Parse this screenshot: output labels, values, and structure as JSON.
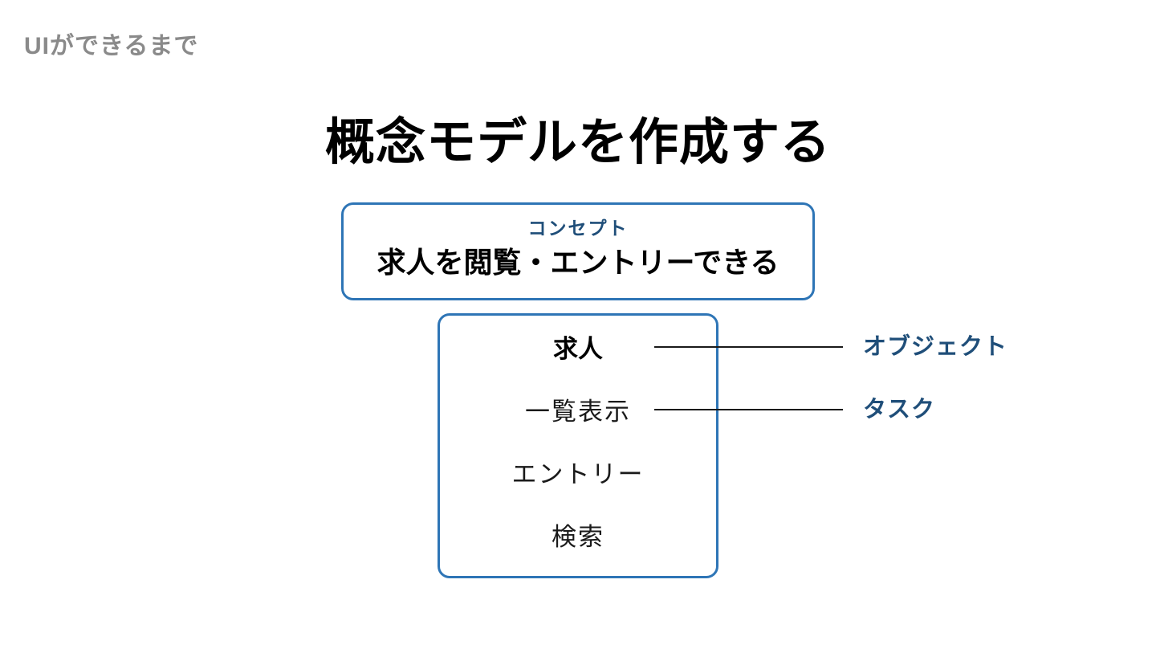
{
  "slide": {
    "kicker": "UIができるまで",
    "title": "概念モデルを作成する"
  },
  "concept_box": {
    "label": "コンセプト",
    "text": "求人を閲覧・エントリーできる"
  },
  "model_box": {
    "object": "求人",
    "tasks": [
      "一覧表示",
      "エントリー",
      "検索"
    ]
  },
  "annotations": {
    "object_label": "オブジェクト",
    "task_label": "タスク"
  },
  "colors": {
    "box_border": "#2E75B6",
    "accent_text": "#1F4E79",
    "kicker_gray": "#8A8A8A",
    "connector_line": "#1A1A1A",
    "title_text": "#000000",
    "background": "#FFFFFF"
  }
}
